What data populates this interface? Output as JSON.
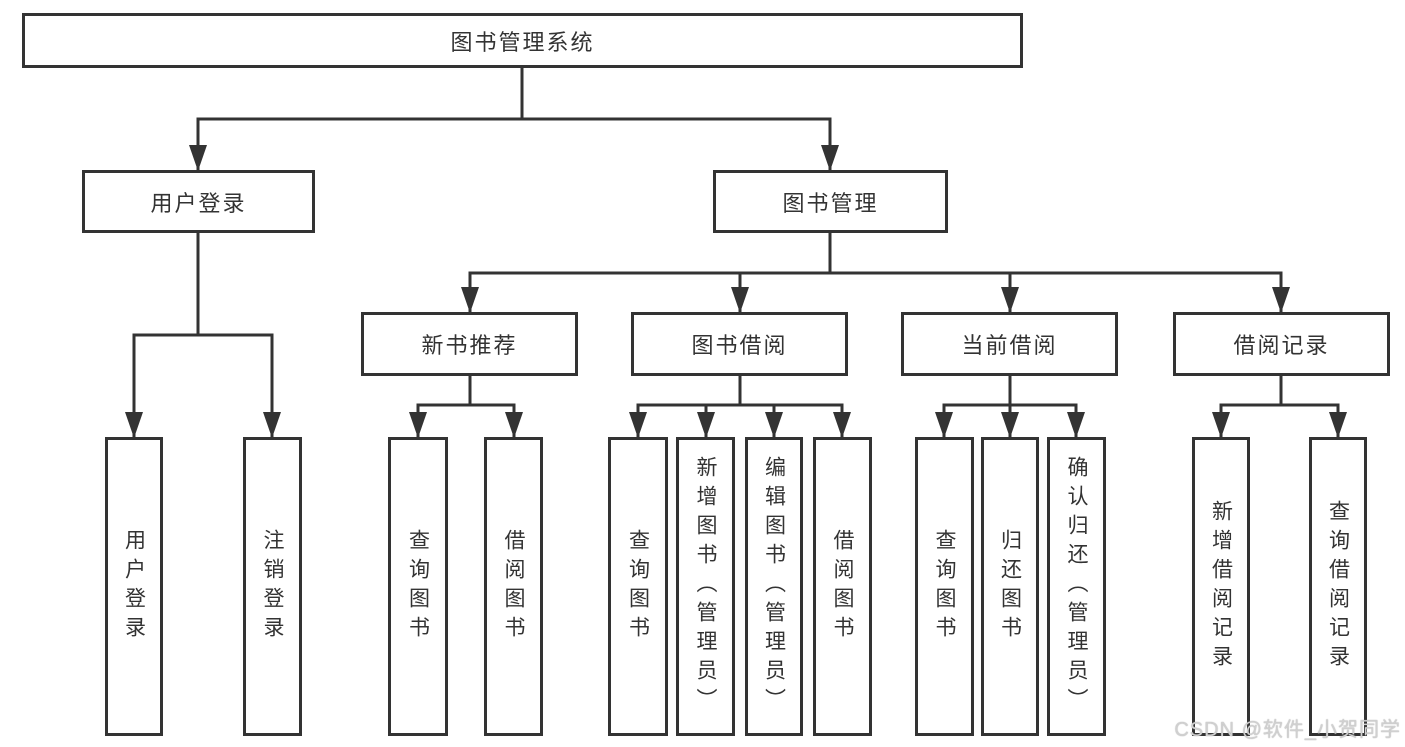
{
  "diagram_type": "functional-structure-tree",
  "tree": {
    "label": "图书管理系统",
    "children": [
      {
        "label": "用户登录",
        "children": [
          {
            "label": "用户登录"
          },
          {
            "label": "注销登录"
          }
        ]
      },
      {
        "label": "图书管理",
        "children": [
          {
            "label": "新书推荐",
            "children": [
              {
                "label": "查询图书"
              },
              {
                "label": "借阅图书"
              }
            ]
          },
          {
            "label": "图书借阅",
            "children": [
              {
                "label": "查询图书"
              },
              {
                "label": "新增图书（管理员）"
              },
              {
                "label": "编辑图书（管理员）"
              },
              {
                "label": "借阅图书"
              }
            ]
          },
          {
            "label": "当前借阅",
            "children": [
              {
                "label": "查询图书"
              },
              {
                "label": "归还图书"
              },
              {
                "label": "确认归还（管理员）"
              }
            ]
          },
          {
            "label": "借阅记录",
            "children": [
              {
                "label": "新增借阅记录"
              },
              {
                "label": "查询借阅记录"
              }
            ]
          }
        ]
      }
    ]
  },
  "watermark": {
    "text": "CSDN @软件_小贺同学"
  },
  "colors": {
    "line": "#333333",
    "box_border": "#333333",
    "text": "#333333",
    "watermark": "#d0d0d0",
    "background": "#ffffff"
  }
}
